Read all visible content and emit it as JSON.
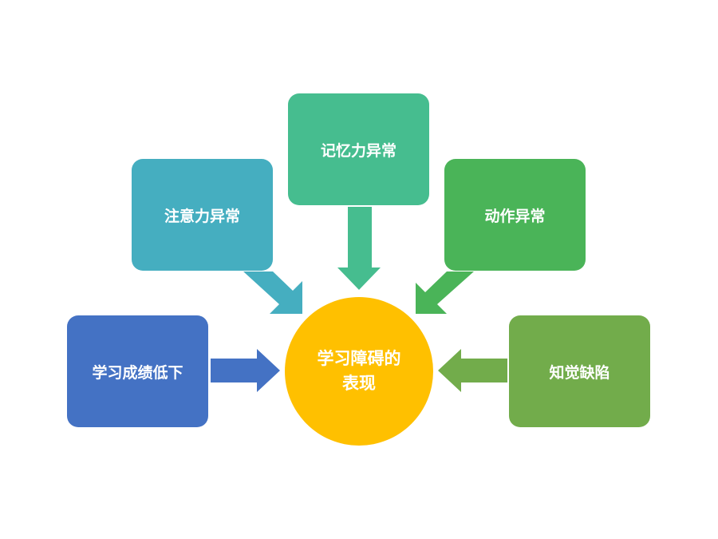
{
  "center": {
    "line1": "学习障碍的",
    "line2": "表现"
  },
  "boxes": {
    "left": "学习成绩低下",
    "upper_left": "注意力异常",
    "top": "记忆力异常",
    "upper_right": "动作异常",
    "right": "知觉缺陷"
  },
  "colors": {
    "left": "#4472c4",
    "upper_left": "#45aec0",
    "top": "#46bd8f",
    "upper_right": "#4ab458",
    "right": "#72ac4b",
    "center": "#ffc000"
  }
}
